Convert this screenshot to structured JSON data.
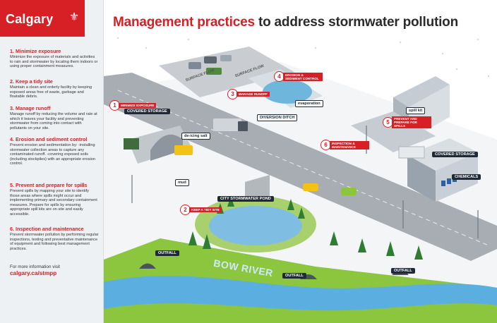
{
  "logo": {
    "name": "Calgary"
  },
  "title": {
    "part1": "Management practices",
    "part2": " to address stormwater pollution"
  },
  "tips": [
    {
      "title": "1. Minimize exposure",
      "body": "Minimize the exposure of materials and activities to rain and stormwater by locating them indoors or using proper containment measures."
    },
    {
      "title": "2. Keep a tidy site",
      "body": "Maintain a clean and orderly facility by keeping exposed areas free of waste, garbage and floatable debris."
    },
    {
      "title": "3. Manage runoff",
      "body": "Manage runoff by reducing the volume and rate at which it leaves your facility and preventing stormwater from coming into contact with pollutants on your site."
    },
    {
      "title": "4. Erosion and sediment control",
      "body": "Prevent erosion and sedimentation by: -installing stormwater collection areas to capture any contaminated runoff. -covering exposed soils (including stockpiles) with an appropriate erosion control."
    },
    {
      "title": "5. Prevent and prepare for spills",
      "body": "Prevent spills by mapping your site to identify those areas where spills might occur and implementing primary and secondary containment measures. Prepare for spills by ensuring appropriate spill kits are on site and easily accessible."
    },
    {
      "title": "6. Inspection and maintenance",
      "body": "Prevent stormwater pollution by performing regular inspections, testing and preventative maintenance of equipment and following best management practices."
    }
  ],
  "more": {
    "label": "For more information visit",
    "link": "calgary.ca/stmpp"
  },
  "labels": {
    "covered_storage_left": "COVERED STORAGE",
    "covered_storage_right": "COVERED STORAGE",
    "diversion_ditch": "DIVERSION DITCH",
    "city_pond": "CITY STORMWATER POND",
    "bow_river": "BOW RIVER",
    "outfall_1": "OUTFALL",
    "outfall_2": "OUTFALL",
    "outfall_3": "OUTFALL",
    "surface_flow_1": "SURFACE FLOW",
    "surface_flow_2": "SURFACE FLOW",
    "evaporation": "evaporation",
    "spill_kit": "spill kit",
    "chemicals": "CHEMICALS",
    "mud": "mud",
    "de_icing_salt": "de-icing salt"
  },
  "callouts": [
    {
      "num": "1",
      "text": "MINIMIZE EXPOSURE"
    },
    {
      "num": "2",
      "text": "KEEP A TIDY SITE"
    },
    {
      "num": "3",
      "text": "MANAGE RUNOFF"
    },
    {
      "num": "4",
      "text": "EROSION & SEDIMENT CONTROL"
    },
    {
      "num": "5",
      "text": "PREVENT AND PREPARE FOR SPILLS"
    },
    {
      "num": "6",
      "text": "INSPECTION & MAINTENANCE"
    }
  ],
  "colors": {
    "brand_red": "#d71f26",
    "river": "#5aaee0",
    "grass": "#8cc63f",
    "road": "#9aa0a6"
  }
}
